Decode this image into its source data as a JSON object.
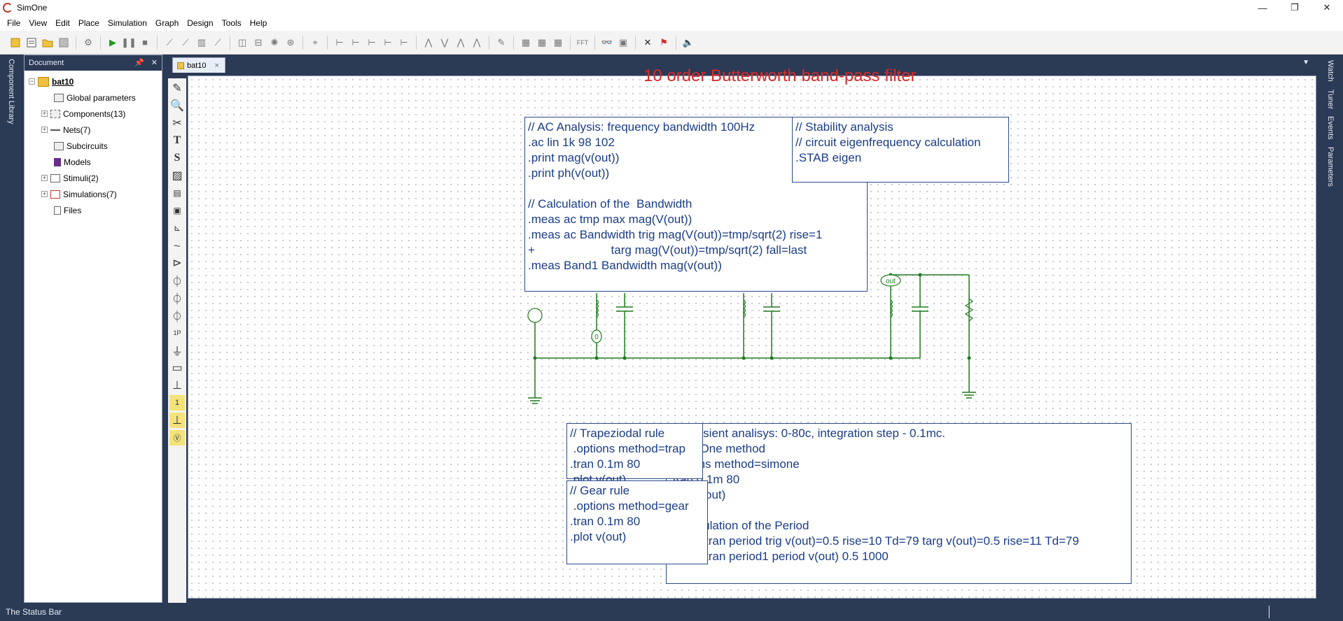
{
  "app": {
    "title": "SimOne"
  },
  "window_controls": [
    "—",
    "❐",
    "✕"
  ],
  "menu": [
    "File",
    "View",
    "Edit",
    "Place",
    "Simulation",
    "Graph",
    "Design",
    "Tools",
    "Help"
  ],
  "left_rail": {
    "tab": "Component Library"
  },
  "document_panel": {
    "title": "Document",
    "tree": {
      "root": "bat10",
      "items": [
        {
          "label": "Global parameters",
          "expandable": false
        },
        {
          "label": "Components(13)",
          "expandable": true
        },
        {
          "label": "Nets(7)",
          "expandable": true
        },
        {
          "label": "Subcircuits",
          "expandable": false
        },
        {
          "label": "Models",
          "expandable": false
        },
        {
          "label": "Stimuli(2)",
          "expandable": true
        },
        {
          "label": "Simulations(7)",
          "expandable": true
        },
        {
          "label": "Files",
          "expandable": false
        }
      ]
    }
  },
  "tabs": [
    {
      "label": "bat10",
      "close": "×"
    }
  ],
  "canvas": {
    "title": "10 order Butterworth band-pass filter",
    "notes": {
      "ac_analysis": "// AC Analysis: frequency bandwidth 100Hz\n.ac lin 1k 98 102\n.print mag(v(out))\n.print ph(v(out))\n\n// Calculation of the  Bandwidth\n.meas ac tmp max mag(V(out))\n.meas ac Bandwidth trig mag(V(out))=tmp/sqrt(2) rise=1\n+                       targ mag(V(out))=tmp/sqrt(2) fall=last\n.meas Band1 Bandwidth mag(v(out))",
      "stability": "// Stability analysis\n// circuit eigenfrequency calculation\n.STAB eigen",
      "transient": "// Transient analisys: 0-80c, integration step - 0.1mc.\n// SimOne method\n.options method=simone\n.tran 0.1m 80\n.plot v(out)\n\n// Calculation of the Period\n.meas tran period trig v(out)=0.5 rise=10 Td=79 targ v(out)=0.5 rise=11 Td=79\n.meas tran period1 period v(out) 0.5 1000",
      "trapezoidal": "// Trapeziodal rule\n .options method=trap\n.tran 0.1m 80\n.plot v(out)",
      "gear": "// Gear rule\n .options method=gear\n.tran 0.1m 80\n.plot v(out)"
    },
    "net_labels": {
      "out": "out",
      "zero": "0"
    }
  },
  "right_rail": {
    "tabs": [
      "Watch",
      "Tuner",
      "Events",
      "Parameters"
    ]
  },
  "statusbar": {
    "text": "The Status Bar"
  },
  "colors": {
    "chrome": "#2b3a55",
    "wire": "#1e7a1e",
    "note_text": "#1a3c8a",
    "title_red": "#d62b2b"
  }
}
